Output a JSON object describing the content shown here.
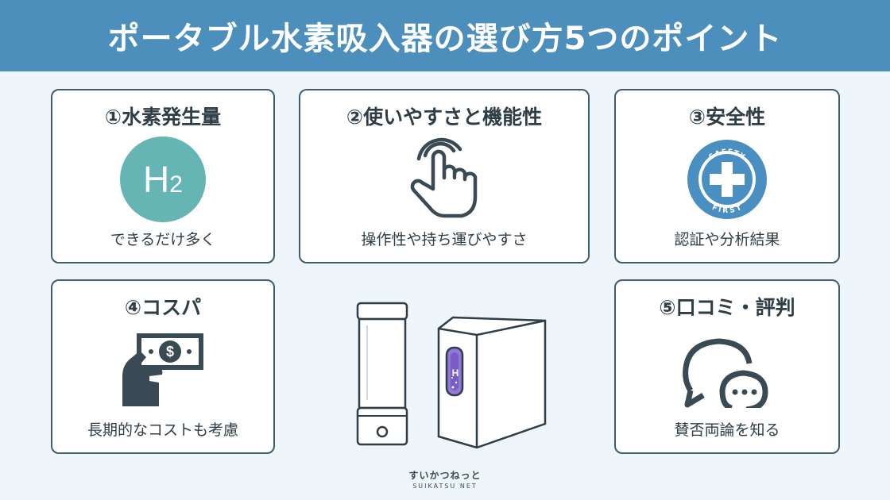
{
  "header": {
    "title": "ポータブル水素吸入器の選び方5つのポイント"
  },
  "points": [
    {
      "title": "①水素発生量",
      "desc": "できるだけ多く",
      "icon": "h2-icon",
      "icon_text": "H",
      "icon_sub": "2"
    },
    {
      "title": "②使いやすさと機能性",
      "desc": "操作性や持ち運びやすさ",
      "icon": "tap-hand-icon"
    },
    {
      "title": "③安全性",
      "desc": "認証や分析結果",
      "icon": "safety-first-icon",
      "badge_top": "SAFETY",
      "badge_bottom": "FIRST"
    },
    {
      "title": "④コスパ",
      "desc": "長期的なコストも考慮",
      "icon": "cash-hand-icon"
    },
    {
      "title": "⑤口コミ・評判",
      "desc": "賛否両論を知る",
      "icon": "speech-bubbles-icon"
    }
  ],
  "devices": {
    "label": "H"
  },
  "logo": {
    "jp": "すいかつねっと",
    "en": "SUIKATSU NET"
  },
  "colors": {
    "header": "#4d8fbc",
    "border": "#3f5d6e",
    "teal": "#64b5b3",
    "safety": "#4a8fc2",
    "purple": "#7a5cc7"
  }
}
